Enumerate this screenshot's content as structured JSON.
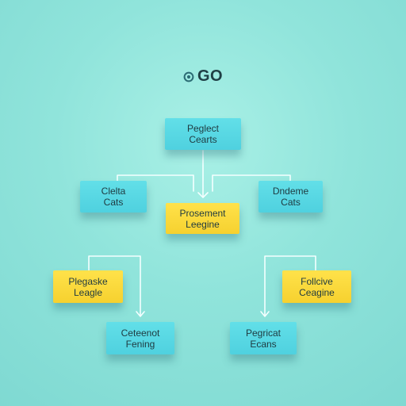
{
  "logo": {
    "text": "GO",
    "mark_color": "#2b6b74"
  },
  "nodes": [
    {
      "id": "top",
      "line1": "Peglect",
      "line2": "Cearts",
      "color": "blue"
    },
    {
      "id": "left",
      "line1": "Clelta",
      "line2": "Cats",
      "color": "blue"
    },
    {
      "id": "center",
      "line1": "Prosement",
      "line2": "Leegine",
      "color": "yellow"
    },
    {
      "id": "right",
      "line1": "Dndeme",
      "line2": "Cats",
      "color": "blue"
    },
    {
      "id": "bottom-left-yellow",
      "line1": "Plegaske",
      "line2": "Leagle",
      "color": "yellow"
    },
    {
      "id": "bottom-right-yellow",
      "line1": "Follcive",
      "line2": "Ceagine",
      "color": "yellow"
    },
    {
      "id": "bottom-left-blue",
      "line1": "Ceteenot",
      "line2": "Fening",
      "color": "blue"
    },
    {
      "id": "bottom-right-blue",
      "line1": "Pegricat",
      "line2": "Ecans",
      "color": "blue"
    }
  ],
  "colors": {
    "blue_node": "#56d6e2",
    "yellow_node": "#f8d734",
    "connector": "#f4ffff",
    "text": "#1f3a40"
  }
}
